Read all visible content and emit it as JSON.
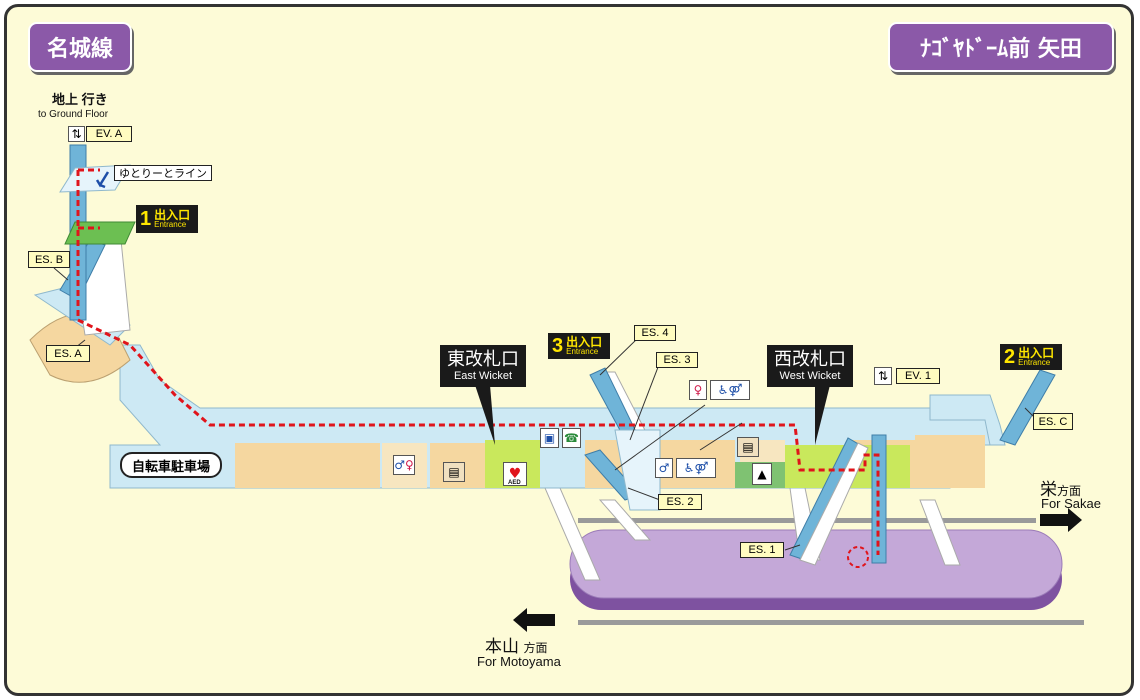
{
  "line_badge": "名城線",
  "station_badge": "ﾅｺﾞﾔﾄﾞｰﾑ前 矢田",
  "ground": {
    "jp": "地上 行き",
    "en": "to Ground Floor"
  },
  "yutori_line": "ゆとりーとライン",
  "exits": [
    {
      "num": "1",
      "jp": "出入口",
      "en": "Entrance"
    },
    {
      "num": "3",
      "jp": "出入口",
      "en": "Entrance"
    },
    {
      "num": "2",
      "jp": "出入口",
      "en": "Entrance"
    }
  ],
  "wickets": {
    "east": {
      "jp": "東改札口",
      "en": "East Wicket"
    },
    "west": {
      "jp": "西改札口",
      "en": "West Wicket"
    }
  },
  "tags": {
    "ev_a": "EV. A",
    "ev_1": "EV. 1",
    "es_a": "ES. A",
    "es_b": "ES. B",
    "es_c": "ES. C",
    "es_1": "ES. 1",
    "es_2": "ES. 2",
    "es_3": "ES. 3",
    "es_4": "ES. 4"
  },
  "parking": "自転車駐車場",
  "aed": "AED",
  "directions": {
    "sakae": {
      "jp_main": "栄",
      "jp_sub": "方面",
      "en": "For Sakae"
    },
    "motoyama": {
      "jp_main": "本山",
      "jp_sub": "方面",
      "en": "For Motoyama"
    }
  },
  "colors": {
    "badge": "#8b59a8",
    "concourse": "#cde9f4",
    "platform": "#c4a8d8",
    "platform_edge": "#7e52a0",
    "gate_area": "#c9e85c",
    "route": "#e0141b",
    "exit_green": "#6cbf52"
  }
}
